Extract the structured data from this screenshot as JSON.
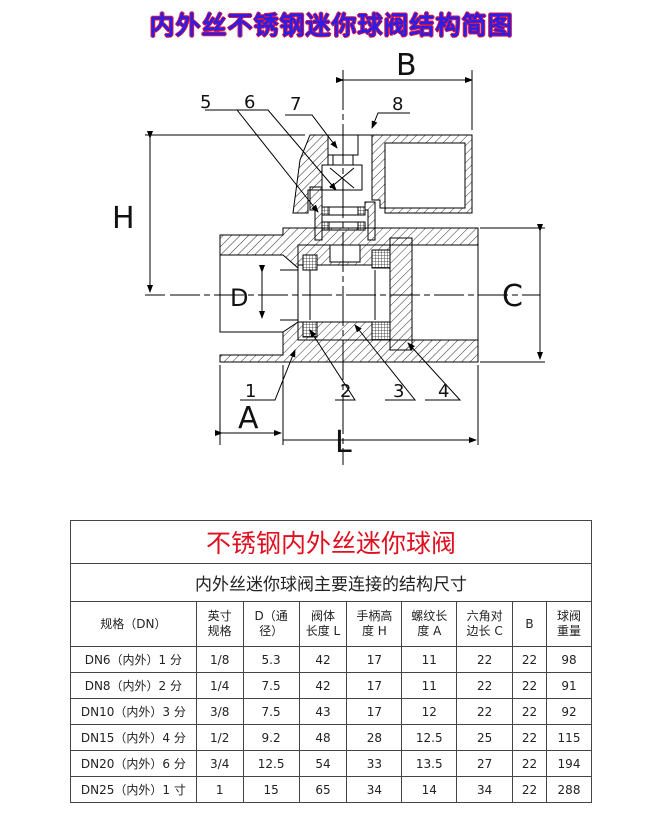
{
  "title": "内外丝不锈钢迷你球阀结构简图",
  "drawing": {
    "part_labels": [
      "1",
      "2",
      "3",
      "4",
      "5",
      "6",
      "7",
      "8"
    ],
    "dim_labels": {
      "B": "B",
      "H": "H",
      "D": "D",
      "C": "C",
      "A": "A",
      "L": "L"
    }
  },
  "table": {
    "title": "不锈钢内外丝迷你球阀",
    "subtitle": "内外丝迷你球阀主要连接的结构尺寸",
    "headers": [
      [
        "规格（DN）"
      ],
      [
        "英寸",
        "规格"
      ],
      [
        "D（通",
        "径）"
      ],
      [
        "阀体",
        "长度 L"
      ],
      [
        "手柄高",
        "度 H"
      ],
      [
        "螺纹长",
        "度 A"
      ],
      [
        "六角对",
        "边长 C"
      ],
      [
        "B"
      ],
      [
        "球阀",
        "重量"
      ]
    ],
    "rows": [
      [
        "DN6（内外）1 分",
        "1/8",
        "5.3",
        "42",
        "17",
        "11",
        "22",
        "22",
        "98"
      ],
      [
        "DN8（内外）2 分",
        "1/4",
        "7.5",
        "42",
        "17",
        "11",
        "22",
        "22",
        "91"
      ],
      [
        "DN10（内外）3 分",
        "3/8",
        "7.5",
        "43",
        "17",
        "12",
        "22",
        "22",
        "92"
      ],
      [
        "DN15（内外）4 分",
        "1/2",
        "9.2",
        "48",
        "28",
        "12.5",
        "25",
        "22",
        "115"
      ],
      [
        "DN20（内外）6 分",
        "3/4",
        "12.5",
        "54",
        "33",
        "13.5",
        "27",
        "22",
        "194"
      ],
      [
        "DN25（内外）1 寸",
        "1",
        "15",
        "65",
        "34",
        "14",
        "34",
        "22",
        "288"
      ]
    ]
  }
}
